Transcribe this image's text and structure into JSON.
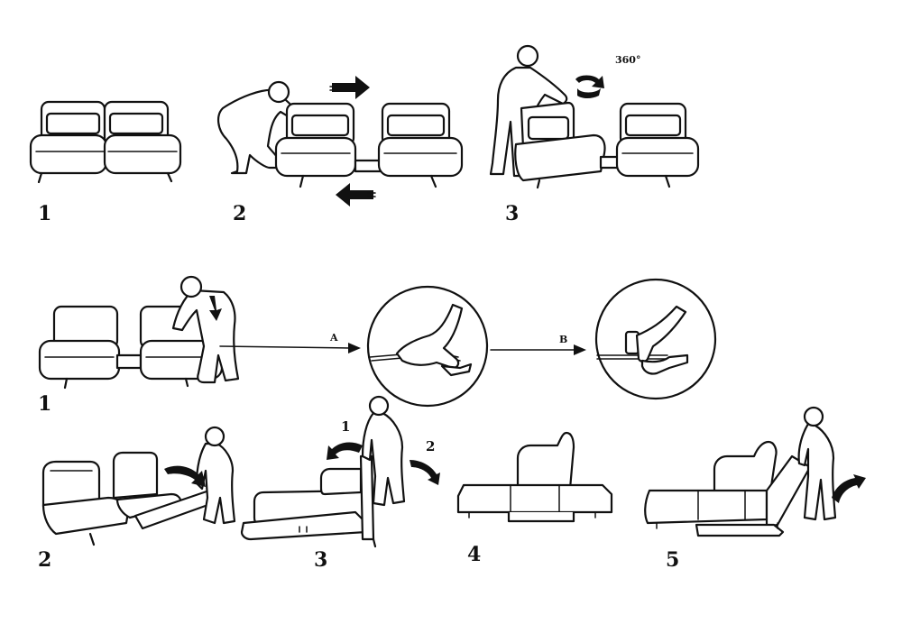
{
  "top_steps": [
    "1",
    "2",
    "3"
  ],
  "rotation_label": "360°",
  "bottom_steps": [
    "1",
    "2",
    "3",
    "4",
    "5"
  ],
  "detail_labels": [
    "A",
    "B"
  ],
  "turn_arrows": [
    "1",
    "2"
  ]
}
